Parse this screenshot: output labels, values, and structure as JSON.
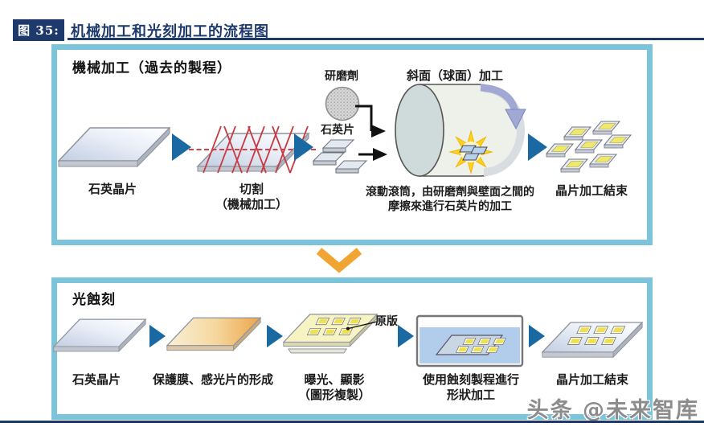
{
  "header": {
    "figure_label": "图 35:",
    "title": "机械加工和光刻加工的流程图"
  },
  "panel_mechanical": {
    "heading": "機械加工（過去的製程）",
    "labels": {
      "wafer": "石英晶片",
      "cut_line1": "切割",
      "cut_line2": "（機械加工）",
      "abrasive": "研磨劑",
      "quartz_piece": "石英片",
      "drum_title": "斜面（球面）加工",
      "drum_caption_line1": "滾動滾筒，由研磨劑與壁面之間的",
      "drum_caption_line2": "摩擦來進行石英片的加工",
      "finished": "晶片加工結束"
    }
  },
  "panel_litho": {
    "heading": "光蝕刻",
    "labels": {
      "wafer": "石英晶片",
      "coating": "保護膜、感光片的形成",
      "exposure_line1": "曝光、顯影",
      "exposure_line2": "（圖形複製）",
      "master": "原版",
      "etching_line1": "使用蝕刻製程進行",
      "etching_line2": "形狀加工",
      "finished": "晶片加工結束"
    }
  },
  "watermark": {
    "text": "头条 @未来智库"
  },
  "graphics": {
    "flow_arrow": "blue right-pointing triangle",
    "rotation_arrow": "purple curved arrow on drum",
    "feed_arrows": "black elbow and straight arrows into drum",
    "divider_chevron": "orange downward chevron between panels",
    "starburst": "yellow spark burst inside drum"
  },
  "colors": {
    "navy": "#1e3a6c",
    "panel_border": "#7cc4d9",
    "flow_arrow": "#1a69a2",
    "chevron_orange": "#f0a432",
    "hatch_red": "#c73b45",
    "liquid_blue": "#b2cdec",
    "chip_yellow": "#efe04d"
  }
}
